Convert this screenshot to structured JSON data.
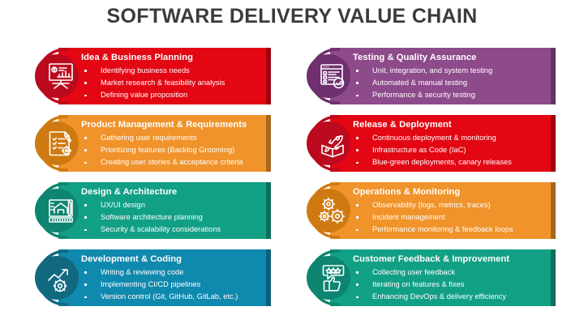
{
  "header": {
    "title": "SOFTWARE DELIVERY VALUE CHAIN",
    "title_color": "#3b3b3b"
  },
  "layout": {
    "columns": 2,
    "rows": 4,
    "background": "#ffffff"
  },
  "cards": [
    {
      "id": "idea-business-planning",
      "column": "left",
      "row": 1,
      "title": "Idea & Business Planning",
      "icon": "presentation-chart-icon",
      "color": "#e30613",
      "badge_color": "#bb0a1e",
      "stripe_color": "#a80a12",
      "bullets": [
        "Identifying business needs",
        "Market research & feasibility analysis",
        "Defining value proposition"
      ]
    },
    {
      "id": "product-management-requirements",
      "column": "left",
      "row": 2,
      "title": "Product Management & Requirements",
      "icon": "checklist-gear-icon",
      "color": "#f0932b",
      "badge_color": "#cf7a11",
      "stripe_color": "#c5760f",
      "bullets": [
        "Gathering user requirements",
        "Prioritizing features (Backlog Grooming)",
        "Creating user stories & acceptance criteria"
      ]
    },
    {
      "id": "design-architecture",
      "column": "left",
      "row": 3,
      "title": "Design & Architecture",
      "icon": "blueprint-icon",
      "color": "#12a085",
      "badge_color": "#0d8570",
      "stripe_color": "#0a7360",
      "bullets": [
        "UX/UI design",
        "Software architecture planning",
        "Security & scalability considerations"
      ]
    },
    {
      "id": "development-coding",
      "column": "left",
      "row": 4,
      "title": "Development & Coding",
      "icon": "growth-gear-icon",
      "color": "#1089ae",
      "badge_color": "#11697f",
      "stripe_color": "#0d5f74",
      "bullets": [
        "Writing & reviewing code",
        "Implementing CI/CD pipelines",
        "Version control (Git, GitHub, GitLab, etc.)"
      ]
    },
    {
      "id": "testing-quality-assurance",
      "column": "right",
      "row": 1,
      "title": "Testing & Quality Assurance",
      "icon": "test-report-check-icon",
      "color": "#8e4b8c",
      "badge_color": "#6f2f70",
      "stripe_color": "#632a64",
      "bullets": [
        "Unit, integration, and system testing",
        "Automated & manual testing",
        "Performance & security testing"
      ]
    },
    {
      "id": "release-deployment",
      "column": "right",
      "row": 2,
      "title": "Release & Deployment",
      "icon": "rocket-box-icon",
      "color": "#e30613",
      "badge_color": "#bb0a1e",
      "stripe_color": "#a80a12",
      "bullets": [
        "Continuous deployment & monitoring",
        "Infrastructure as Code (IaC)",
        "Blue-green deployments, canary releases"
      ]
    },
    {
      "id": "operations-monitoring",
      "column": "right",
      "row": 3,
      "title": "Operations & Monitoring",
      "icon": "gears-icon",
      "color": "#f0932b",
      "badge_color": "#cf7a11",
      "stripe_color": "#c5760f",
      "bullets": [
        "Observability (logs, metrics, traces)",
        "Incident management",
        "Performance monitoring & feedback loops"
      ]
    },
    {
      "id": "customer-feedback-improvement",
      "column": "right",
      "row": 4,
      "title": "Customer Feedback & Improvement",
      "icon": "thumbs-up-rating-icon",
      "color": "#12a085",
      "badge_color": "#0d8570",
      "stripe_color": "#0a7360",
      "bullets": [
        "Collecting user feedback",
        "Iterating on features & fixes",
        "Enhancing DevOps & delivery efficiency"
      ]
    }
  ]
}
